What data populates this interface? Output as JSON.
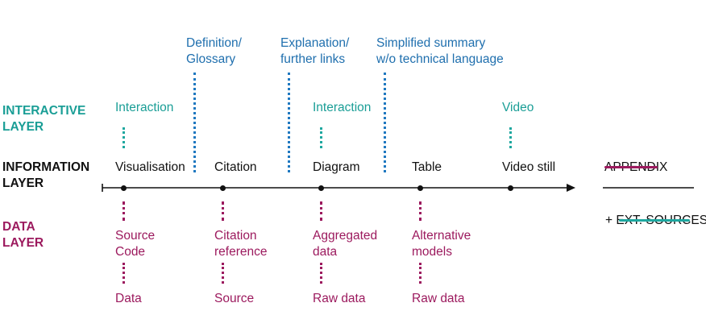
{
  "layers": {
    "interactive": "INTERACTIVE\nLAYER",
    "information": "INFORMATION\nLAYER",
    "data": "DATA\nLAYER"
  },
  "top_notes": {
    "definition": "Definition/\nGlossary",
    "explanation": "Explanation/\nfurther links",
    "summary": "Simplified summary\nw/o technical language"
  },
  "interaction": {
    "visualisation": "Interaction",
    "diagram": "Interaction",
    "video": "Video"
  },
  "info_items": [
    "Visualisation",
    "Citation",
    "Diagram",
    "Table",
    "Video still"
  ],
  "data_items": {
    "visualisation": "Source\nCode",
    "citation": "Citation\nreference",
    "diagram": "Aggregated\ndata",
    "table": "Alternative\nmodels"
  },
  "raw_items": {
    "visualisation": "Data",
    "citation": "Source",
    "diagram": "Raw data",
    "table": "Raw data"
  },
  "appendix": "APPENDIX",
  "ext_sources": "+ EXT. SOURCES",
  "colors": {
    "interactive": "#1a9e96",
    "notes": "#1f6fae",
    "data": "#9c1a5e",
    "info": "#111111",
    "strike_appendix": "#9c1a5e",
    "strike_sources": "#1ea79f"
  }
}
